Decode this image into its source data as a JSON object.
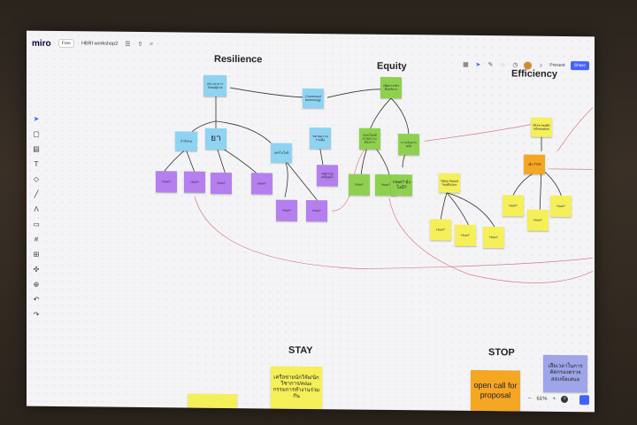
{
  "app": {
    "name": "miro",
    "plan": "Free",
    "board_name": "HBRI workshop2",
    "present_label": "Present",
    "share_label": "Share"
  },
  "titles": {
    "resilience": "Resilience",
    "equity": "Equity",
    "efficiency": "Efficiency",
    "stay": "STAY",
    "stop": "STOP"
  },
  "notes": {
    "n_top_res": "ลดเวลาการส่งต่อผู้ป่วย",
    "n_connect": "Connected technology",
    "n_equity_top": "เพิ่มการเข้าถึงบริการ",
    "n_workforce": "กำลังคน",
    "n_drug": "ยา",
    "n_tech": "เทคโนโลยี",
    "n_expand": "ขยายความร่วมมือ",
    "n_reduce": "ลดความเหลื่อมล้ำ",
    "n_needs": "ตอบโจทย์ตามความต้องการ",
    "n_cost": "การเงินการคลัง",
    "n_info": "More health information",
    "n_tcm": "เพิ่ม TCM",
    "n_value": "Value based healthcare",
    "n_how1": "How?",
    "n_how2": "How?",
    "n_how3": "How?",
    "n_how4": "How?",
    "n_how5": "How?",
    "n_how6": "How?",
    "n_how7": "How?",
    "n_how8": "How?",
    "n_how9": "How?",
    "n_how_eq": "How? ยังไงดี?",
    "n_stay": "เครือข่ายนักวิจัย/นักวิชาการ/คณะกรรมการทำงานร่วมกัน",
    "n_open": "open call for proposal",
    "n_stop": "เสียเวลาในการคัดกรองตรวจสอบข้อเสนอ"
  },
  "zoom": {
    "level": "61%",
    "minus": "−",
    "plus": "+",
    "help": "?"
  },
  "icons": [
    "cursor-icon",
    "sticky-note-icon",
    "template-icon",
    "text-icon",
    "shapes-icon",
    "pen-icon",
    "connector-icon",
    "comment-icon",
    "frame-icon",
    "upload-icon",
    "more-tools-icon",
    "undo-icon",
    "redo-icon"
  ]
}
